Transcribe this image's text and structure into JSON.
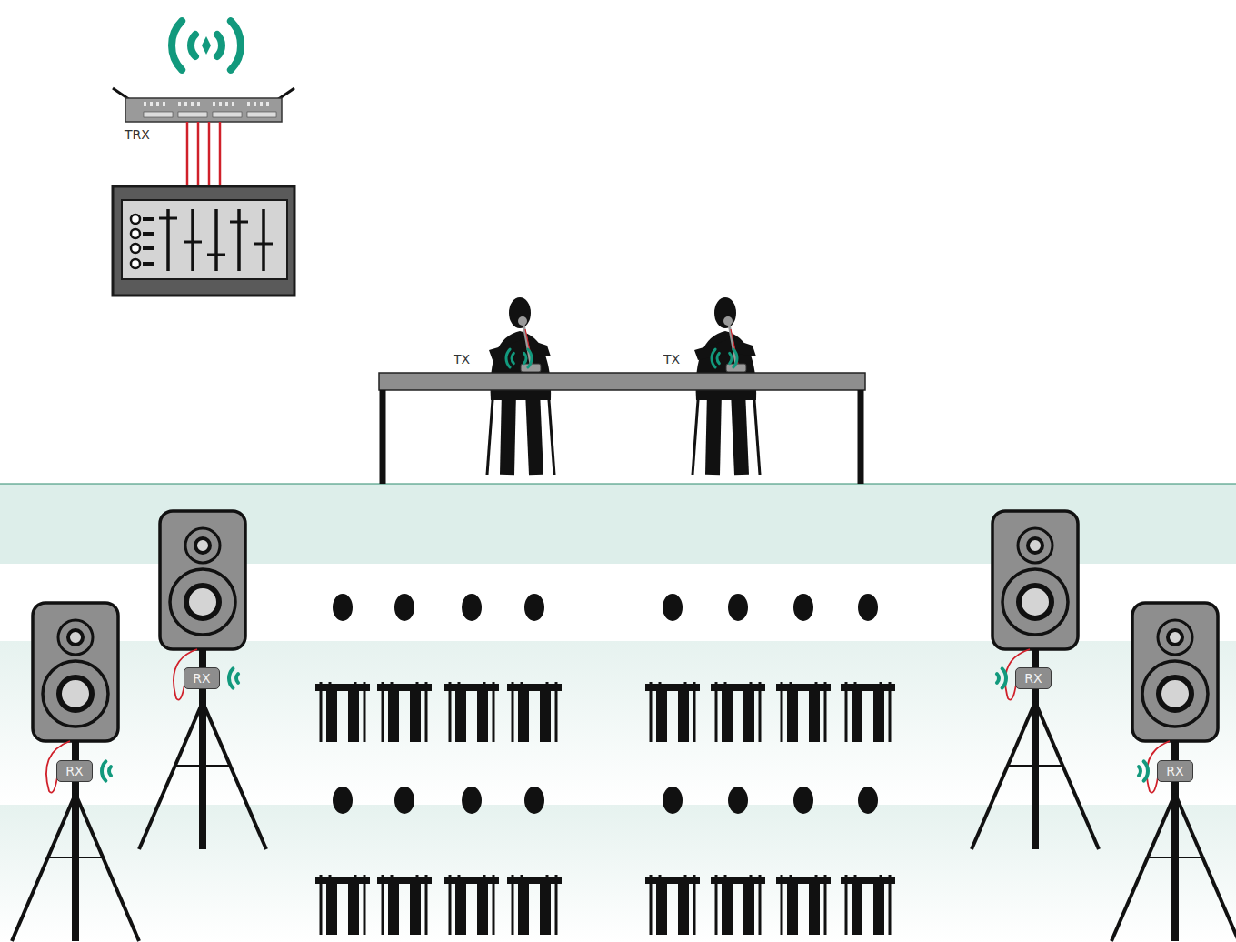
{
  "diagram": {
    "nodes": [
      {
        "text": [
          "RX"
        ]
      },
      {
        "text": [
          "RX"
        ]
      },
      {
        "text": [
          "RX"
        ]
      },
      {
        "text": [
          "RX"
        ]
      }
    ],
    "labels": [
      "TRX",
      "TX",
      "TX"
    ]
  }
}
